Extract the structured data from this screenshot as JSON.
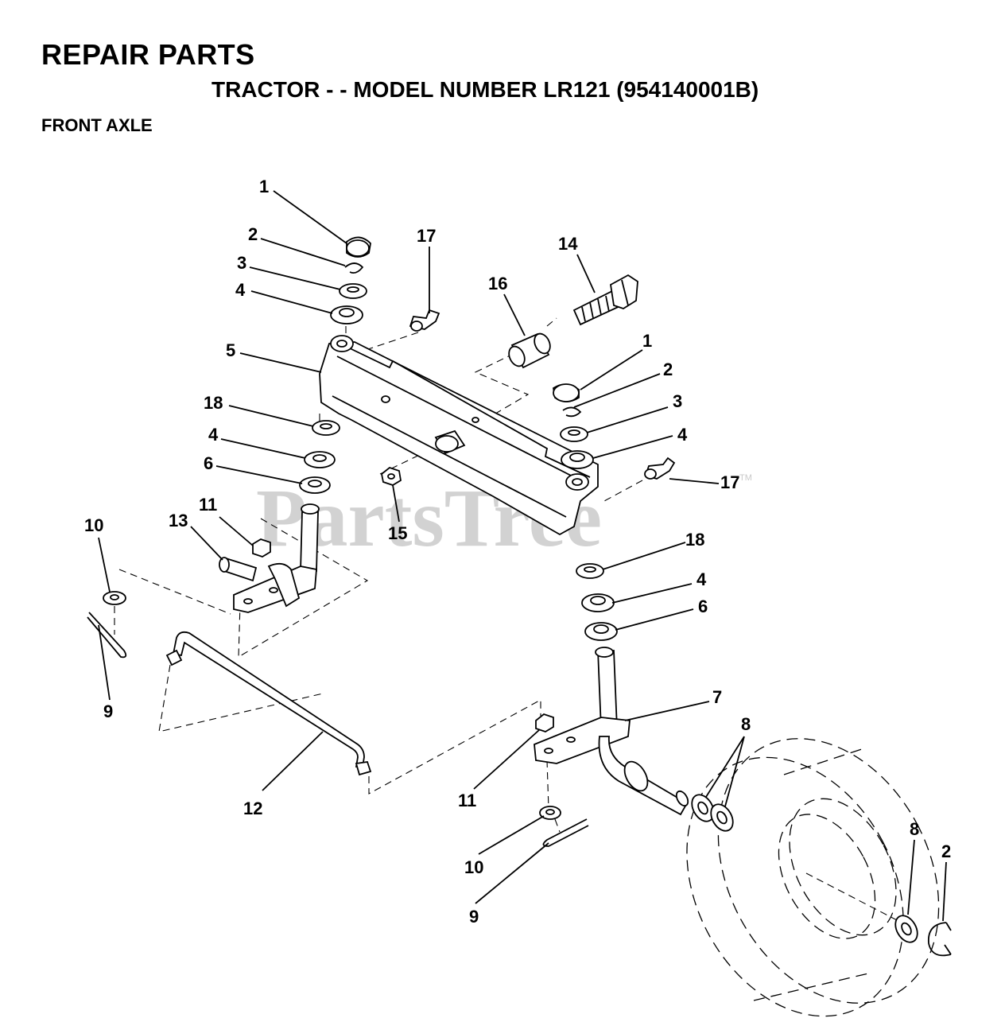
{
  "header": {
    "title": "REPAIR PARTS",
    "subtitle": "TRACTOR - - MODEL NUMBER LR121 (954140001B)",
    "section": "FRONT AXLE"
  },
  "watermark": {
    "text": "PartsTree",
    "mark": "TM"
  },
  "callouts": [
    {
      "id": "c1a",
      "label": "1"
    },
    {
      "id": "c2a",
      "label": "2"
    },
    {
      "id": "c3a",
      "label": "3"
    },
    {
      "id": "c4a",
      "label": "4"
    },
    {
      "id": "c5",
      "label": "5"
    },
    {
      "id": "c18a",
      "label": "18"
    },
    {
      "id": "c4b",
      "label": "4"
    },
    {
      "id": "c6a",
      "label": "6"
    },
    {
      "id": "c17a",
      "label": "17"
    },
    {
      "id": "c16",
      "label": "16"
    },
    {
      "id": "c14",
      "label": "14"
    },
    {
      "id": "c1b",
      "label": "1"
    },
    {
      "id": "c2b",
      "label": "2"
    },
    {
      "id": "c3b",
      "label": "3"
    },
    {
      "id": "c4c",
      "label": "4"
    },
    {
      "id": "c17b",
      "label": "17"
    },
    {
      "id": "c15",
      "label": "15"
    },
    {
      "id": "c10a",
      "label": "10"
    },
    {
      "id": "c13",
      "label": "13"
    },
    {
      "id": "c11a",
      "label": "11"
    },
    {
      "id": "c9a",
      "label": "9"
    },
    {
      "id": "c18b",
      "label": "18"
    },
    {
      "id": "c4d",
      "label": "4"
    },
    {
      "id": "c6b",
      "label": "6"
    },
    {
      "id": "c7",
      "label": "7"
    },
    {
      "id": "c8a",
      "label": "8"
    },
    {
      "id": "c12",
      "label": "12"
    },
    {
      "id": "c11b",
      "label": "11"
    },
    {
      "id": "c10b",
      "label": "10"
    },
    {
      "id": "c9b",
      "label": "9"
    },
    {
      "id": "c8b",
      "label": "8"
    },
    {
      "id": "c2c",
      "label": "2"
    }
  ]
}
